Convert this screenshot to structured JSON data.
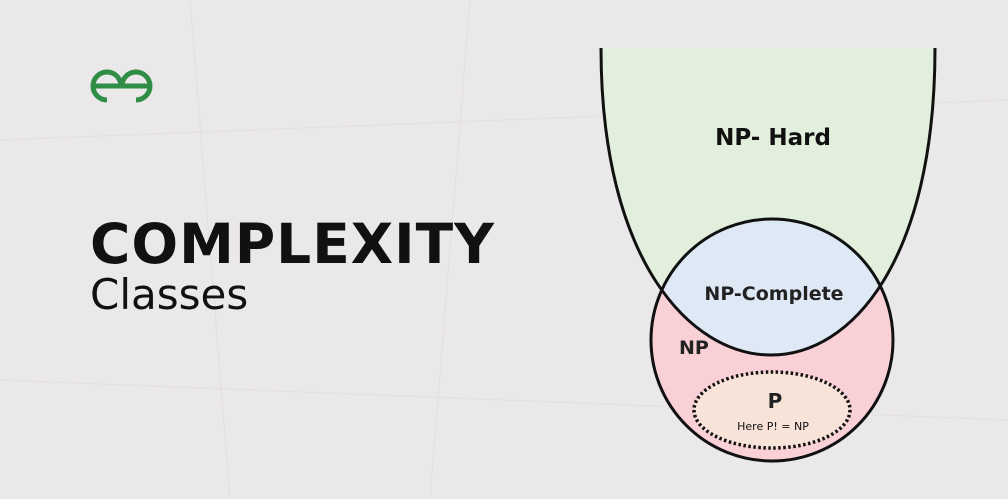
{
  "header": {
    "title": "COMPLEXITY",
    "subtitle": "Classes",
    "logo": "GfG"
  },
  "diagram": {
    "np_hard": "NP- Hard",
    "np_complete": "NP-Complete",
    "np": "NP",
    "p": "P",
    "p_note": "Here P! = NP"
  },
  "colors": {
    "np_hard": "#e2efdc",
    "np_complete": "#dfe9f5",
    "np": "#f9d0d6",
    "p": "#f8e3d8",
    "logo": "#2f8d46"
  }
}
